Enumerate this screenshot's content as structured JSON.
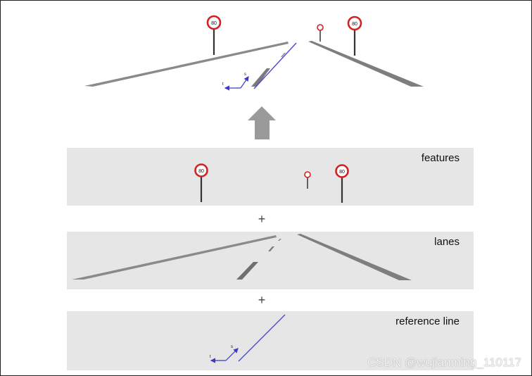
{
  "panels": {
    "features": {
      "label": "features"
    },
    "lanes": {
      "label": "lanes"
    },
    "reference_line": {
      "label": "reference line"
    }
  },
  "operators": {
    "plus_1": "+",
    "plus_2": "+"
  },
  "signs": {
    "top_left": "80",
    "top_right": "80",
    "features_left": "80",
    "features_right": "80"
  },
  "axes": {
    "t_label": "t",
    "s_label": "s"
  },
  "watermark": "CSDN @wujianming_110117",
  "colors": {
    "sign_red": "#d42020",
    "reference_line": "#4b4bd0",
    "arrow_gray": "#9a9a9a",
    "panel_bg": "#e6e6e6"
  }
}
